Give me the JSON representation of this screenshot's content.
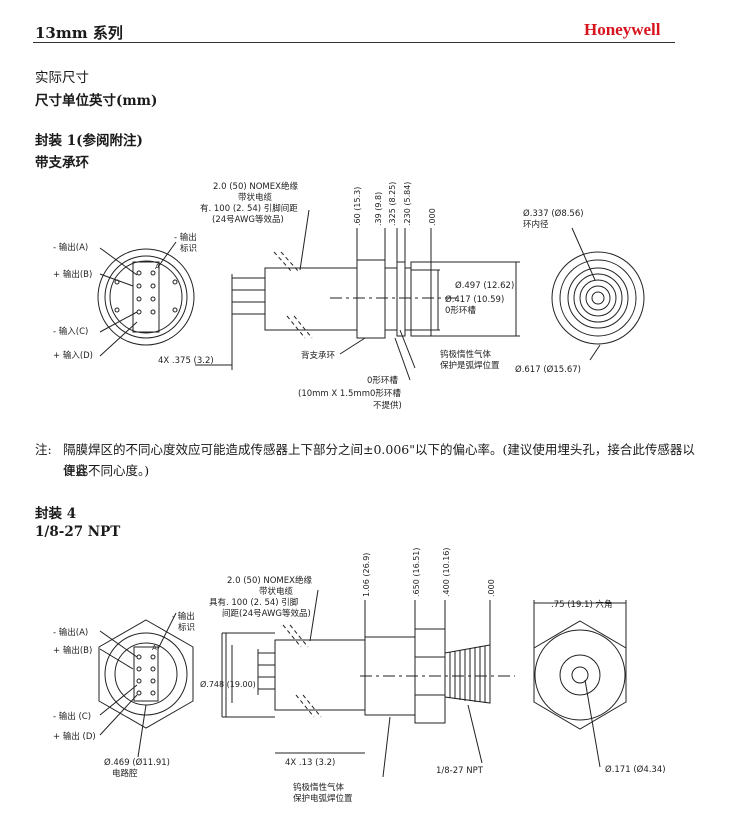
{
  "header": {
    "title": "13mm 系列",
    "brand": "Honeywell"
  },
  "intro": {
    "line1": "实际尺寸",
    "line2": "尺寸单位英寸(mm)"
  },
  "pkg1": {
    "heading": "封装 1(参阅附注)",
    "subheading": "带支承环",
    "labels": {
      "cable1": "2.0 (50) NOMEX绝缘",
      "cable2": "带状电缆",
      "cable3": "有. 100 (2. 54) 引脚间距",
      "cable4": "(24号AWG等效品)",
      "out_minus": "- 输出(A)",
      "out_plus": "+ 输出(B)",
      "in_minus": "- 输入(C)",
      "in_plus": "+ 输入(D)",
      "mark1": "- 输出",
      "mark2": "标识",
      "pinA": "A",
      "pins": "4X .375 (3.2)",
      "d60": ".60 (15.3)",
      "d39": ".39 (9.8)",
      "d325": ".325 (8.25)",
      "d230": ".230 (5.84)",
      "d000": ".000",
      "ring_id": "Ø.337 (Ø8.56)",
      "ring_id2": "环内径",
      "d497": "Ø.497 (12.62)",
      "d417": "Ø.417 (10.59)",
      "oring": "0形环槽",
      "backring": "背支承环",
      "weld1": "钨极惰性气体",
      "weld2": "保护是弧焊位置",
      "d617": "Ø.617 (Ø15.67)",
      "og1": "0形环槽",
      "og2": "(10mm X 1.5mm0形环槽",
      "og3": "不提供)"
    }
  },
  "note": {
    "label": "注:",
    "line1": "隔膜焊区的不同心度效应可能造成传感器上下部分之间±0.006\"以下的偏心率。(建议使用埋头孔，接合此传感器以便容",
    "line2": "许此不同心度。)"
  },
  "pkg4": {
    "heading": "封装 4",
    "subheading": "1/8-27 NPT",
    "labels": {
      "cable1": "2.0 (50) NOMEX绝缘",
      "cable2": "带状电缆",
      "cable3": "具有. 100 (2. 54) 引脚",
      "cable4": "间距(24号AWG等效品)",
      "out_minus": "- 输出(A)",
      "out_plus": "+ 输出(B)",
      "in_minus": "- 输出 (C)",
      "in_plus": "+ 输出 (D)",
      "mark1": "- 输出",
      "mark2": "标识",
      "pinA": "A",
      "d469": "Ø.469 (Ø11.91)",
      "cavity": "电路腔",
      "d748": "Ø.748 (19.00)",
      "d106": "1.06 (26.9)",
      "d650": ".650 (16.51)",
      "d400": ".400 (10.16)",
      "d000": ".000",
      "hex": ".75 (19.1) 六角",
      "pins": "4X .13 (3.2)",
      "npt": "1/8-27 NPT",
      "weld1": "钨极惰性气体",
      "weld2": "保护电弧焊位置",
      "d171": "Ø.171 (Ø4.34)"
    }
  }
}
